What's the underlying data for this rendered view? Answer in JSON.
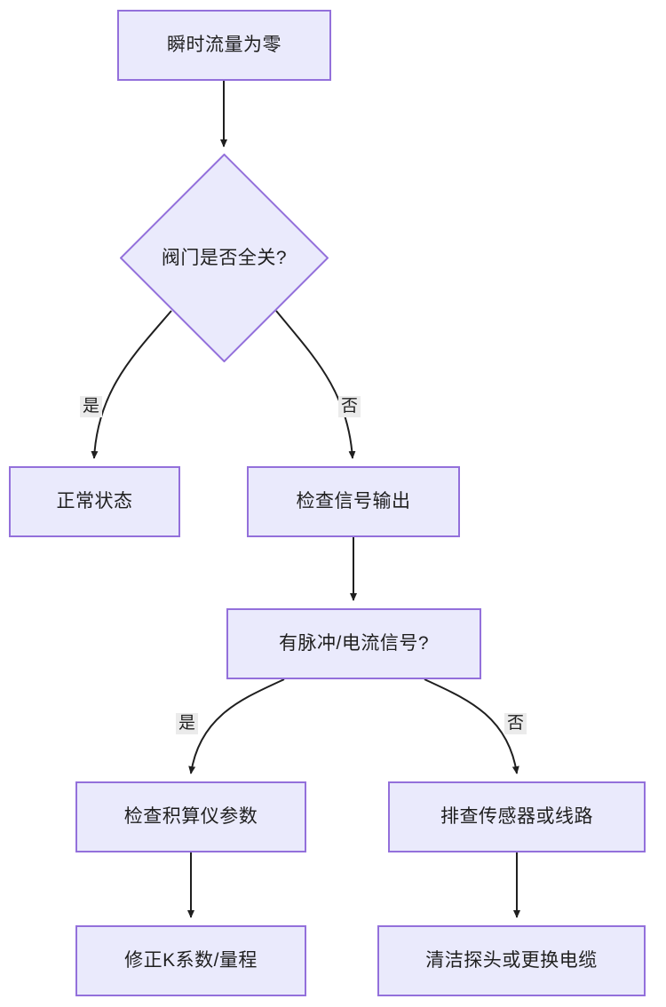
{
  "diagram": {
    "type": "flowchart",
    "direction": "top-down",
    "title": "",
    "theme": {
      "node_fill": "#eaeafc",
      "node_border": "#9370db",
      "node_text": "#1f1f1f",
      "edge_stroke": "#1f1f1f",
      "edge_label_bg": "#ebebeb",
      "canvas_bg": "#ffffff"
    },
    "nodes": [
      {
        "id": "n1",
        "shape": "rect",
        "label": "瞬时流量为零"
      },
      {
        "id": "n2",
        "shape": "diamond",
        "label": "阀门是否全关?"
      },
      {
        "id": "n3",
        "shape": "rect",
        "label": "正常状态"
      },
      {
        "id": "n4",
        "shape": "rect",
        "label": "检查信号输出"
      },
      {
        "id": "n5",
        "shape": "rect",
        "label": "有脉冲/电流信号?"
      },
      {
        "id": "n6",
        "shape": "rect",
        "label": "检查积算仪参数"
      },
      {
        "id": "n7",
        "shape": "rect",
        "label": "排查传感器或线路"
      },
      {
        "id": "n8",
        "shape": "rect",
        "label": "修正K系数/量程"
      },
      {
        "id": "n9",
        "shape": "rect",
        "label": "清洁探头或更换电缆"
      }
    ],
    "edges": [
      {
        "from": "n1",
        "to": "n2",
        "label": ""
      },
      {
        "from": "n2",
        "to": "n3",
        "label": "是"
      },
      {
        "from": "n2",
        "to": "n4",
        "label": "否"
      },
      {
        "from": "n4",
        "to": "n5",
        "label": ""
      },
      {
        "from": "n5",
        "to": "n6",
        "label": "是"
      },
      {
        "from": "n5",
        "to": "n7",
        "label": "否"
      },
      {
        "from": "n6",
        "to": "n8",
        "label": ""
      },
      {
        "from": "n7",
        "to": "n9",
        "label": ""
      }
    ]
  }
}
